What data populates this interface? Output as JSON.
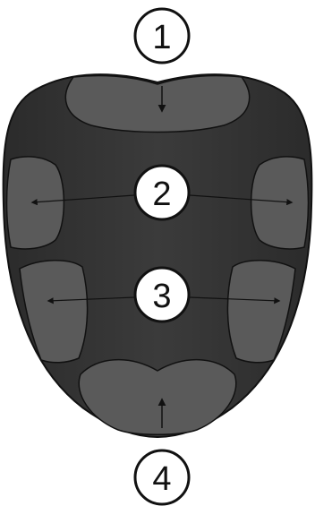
{
  "diagram": {
    "labels": {
      "top": "1",
      "middle_upper": "2",
      "middle_lower": "3",
      "bottom": "4"
    },
    "colors": {
      "shield_body": "#2f2f2f",
      "shield_center": "#3a3a3a",
      "pad": "#5a5a5a",
      "outline": "#111111",
      "circle_fill": "#ffffff"
    }
  }
}
